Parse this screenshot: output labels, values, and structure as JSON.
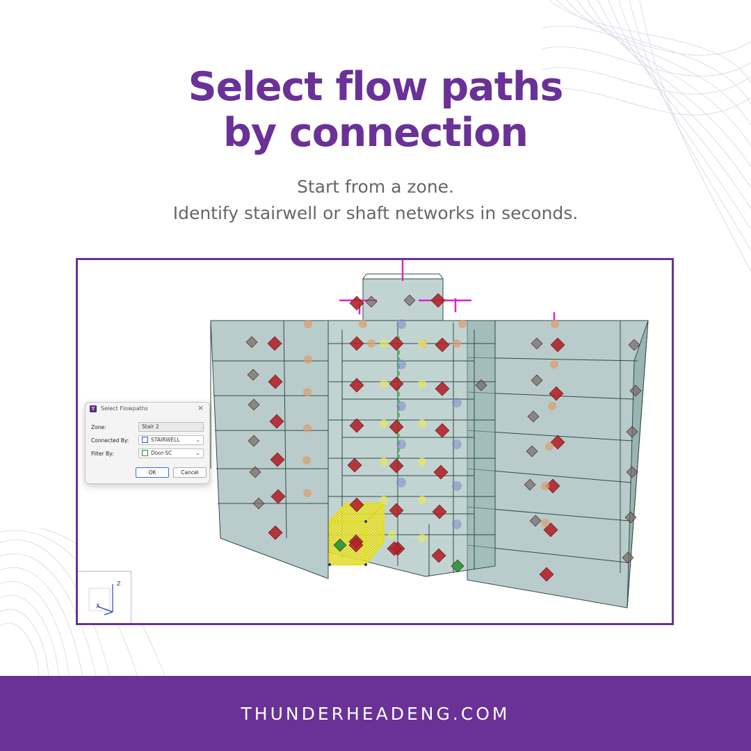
{
  "headline": {
    "line1": "Select flow paths",
    "line2": "by connection"
  },
  "subheadline": {
    "line1": "Start from a zone.",
    "line2": "Identify stairwell or shaft networks in seconds."
  },
  "dialog": {
    "title": "Select Flowpaths",
    "close_glyph": "×",
    "logo_glyph": "∇",
    "zone": {
      "label": "Zone:",
      "value": "Stair 2"
    },
    "connected_by": {
      "label": "Connected By:",
      "value": "STAIRWELL"
    },
    "filter_by": {
      "label": "Filter By:",
      "value": "Door-SC"
    },
    "ok_label": "OK",
    "cancel_label": "Cancel"
  },
  "axes": {
    "z": "Z",
    "x": "X"
  },
  "footer": {
    "url": "THUNDERHEADENG.COM"
  },
  "colors": {
    "brand": "#6a3197",
    "subtext": "#666666",
    "glass": "#7fa3a0",
    "flowpath_red": "#b3242a",
    "flowpath_green": "#2a9a3a",
    "selection_yellow": "#f0ec1a",
    "vent_magenta": "#e020c8"
  }
}
